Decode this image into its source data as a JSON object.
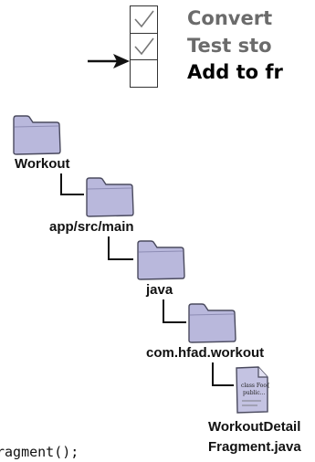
{
  "checklist": {
    "items": [
      {
        "label": "Convert",
        "checked": true
      },
      {
        "label": "Test sto",
        "checked": true
      },
      {
        "label": "Add to fr",
        "checked": false
      }
    ],
    "current_marker": "arrow-icon"
  },
  "tree": {
    "root": "Workout",
    "level1": "app/src/main",
    "level2": "java",
    "level3": "com.hfad.workout",
    "file_line1": "WorkoutDetail",
    "file_line2": "Fragment.java",
    "file_icon_text": "class Foo{ public..."
  },
  "code_snippet": "ragment();",
  "colors": {
    "folder_fill": "#b9b8dc",
    "folder_stroke": "#4a4a5e",
    "done_text": "#6b6b6b",
    "current_text": "#000000"
  }
}
